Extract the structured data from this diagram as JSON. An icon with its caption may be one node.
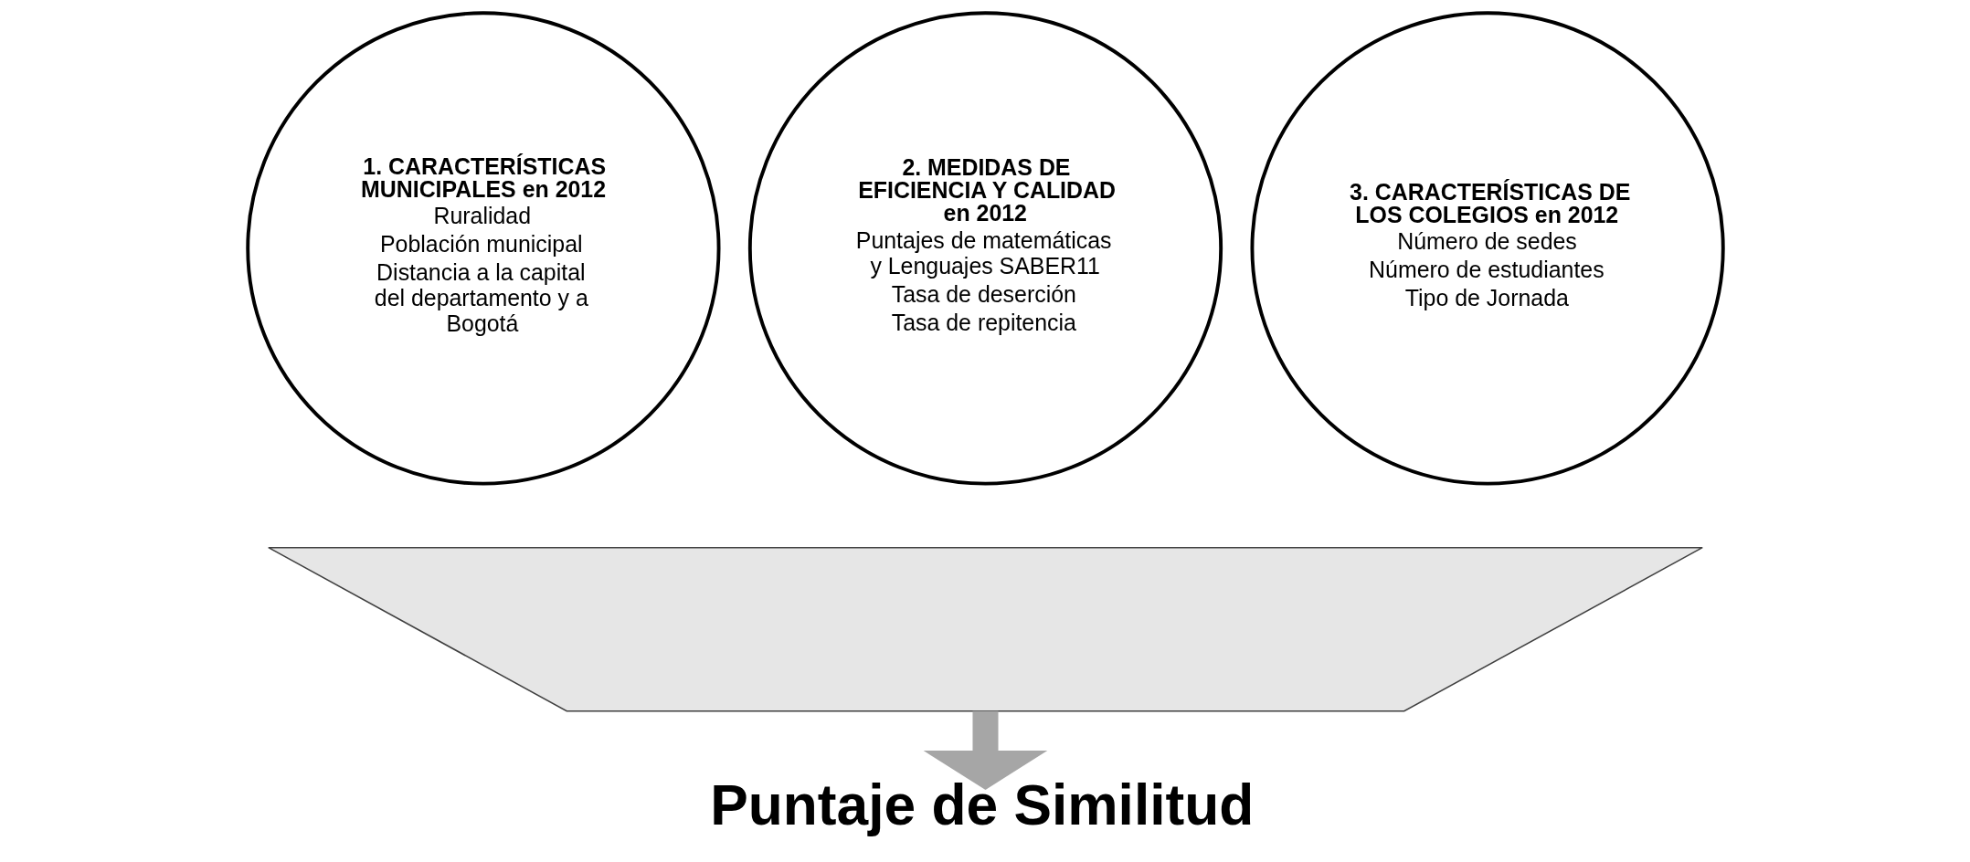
{
  "diagram": {
    "nodes": [
      {
        "text": [
          "1. CARACTERÍSTICAS MUNICIPALES en 2012",
          "Ruralidad",
          "Población municipal",
          "Distancia a la capital del departamento y a Bogotá"
        ]
      },
      {
        "text": [
          "2. MEDIDAS DE EFICIENCIA Y CALIDAD en 2012",
          "Puntajes de matemáticas y Lenguajes SABER11",
          "Tasa de deserción",
          "Tasa de repitencia"
        ]
      },
      {
        "text": [
          "3. CARACTERÍSTICAS DE LOS COLEGIOS en 2012",
          "Número de sedes",
          "Número de estudiantes",
          "Tipo de Jornada"
        ]
      },
      {
        "text": [],
        "shape": "funnel"
      },
      {
        "text": [
          "Puntaje de Similitud"
        ]
      }
    ],
    "edges": [
      {
        "from": 3,
        "to": 4,
        "arrow": "to"
      }
    ]
  }
}
